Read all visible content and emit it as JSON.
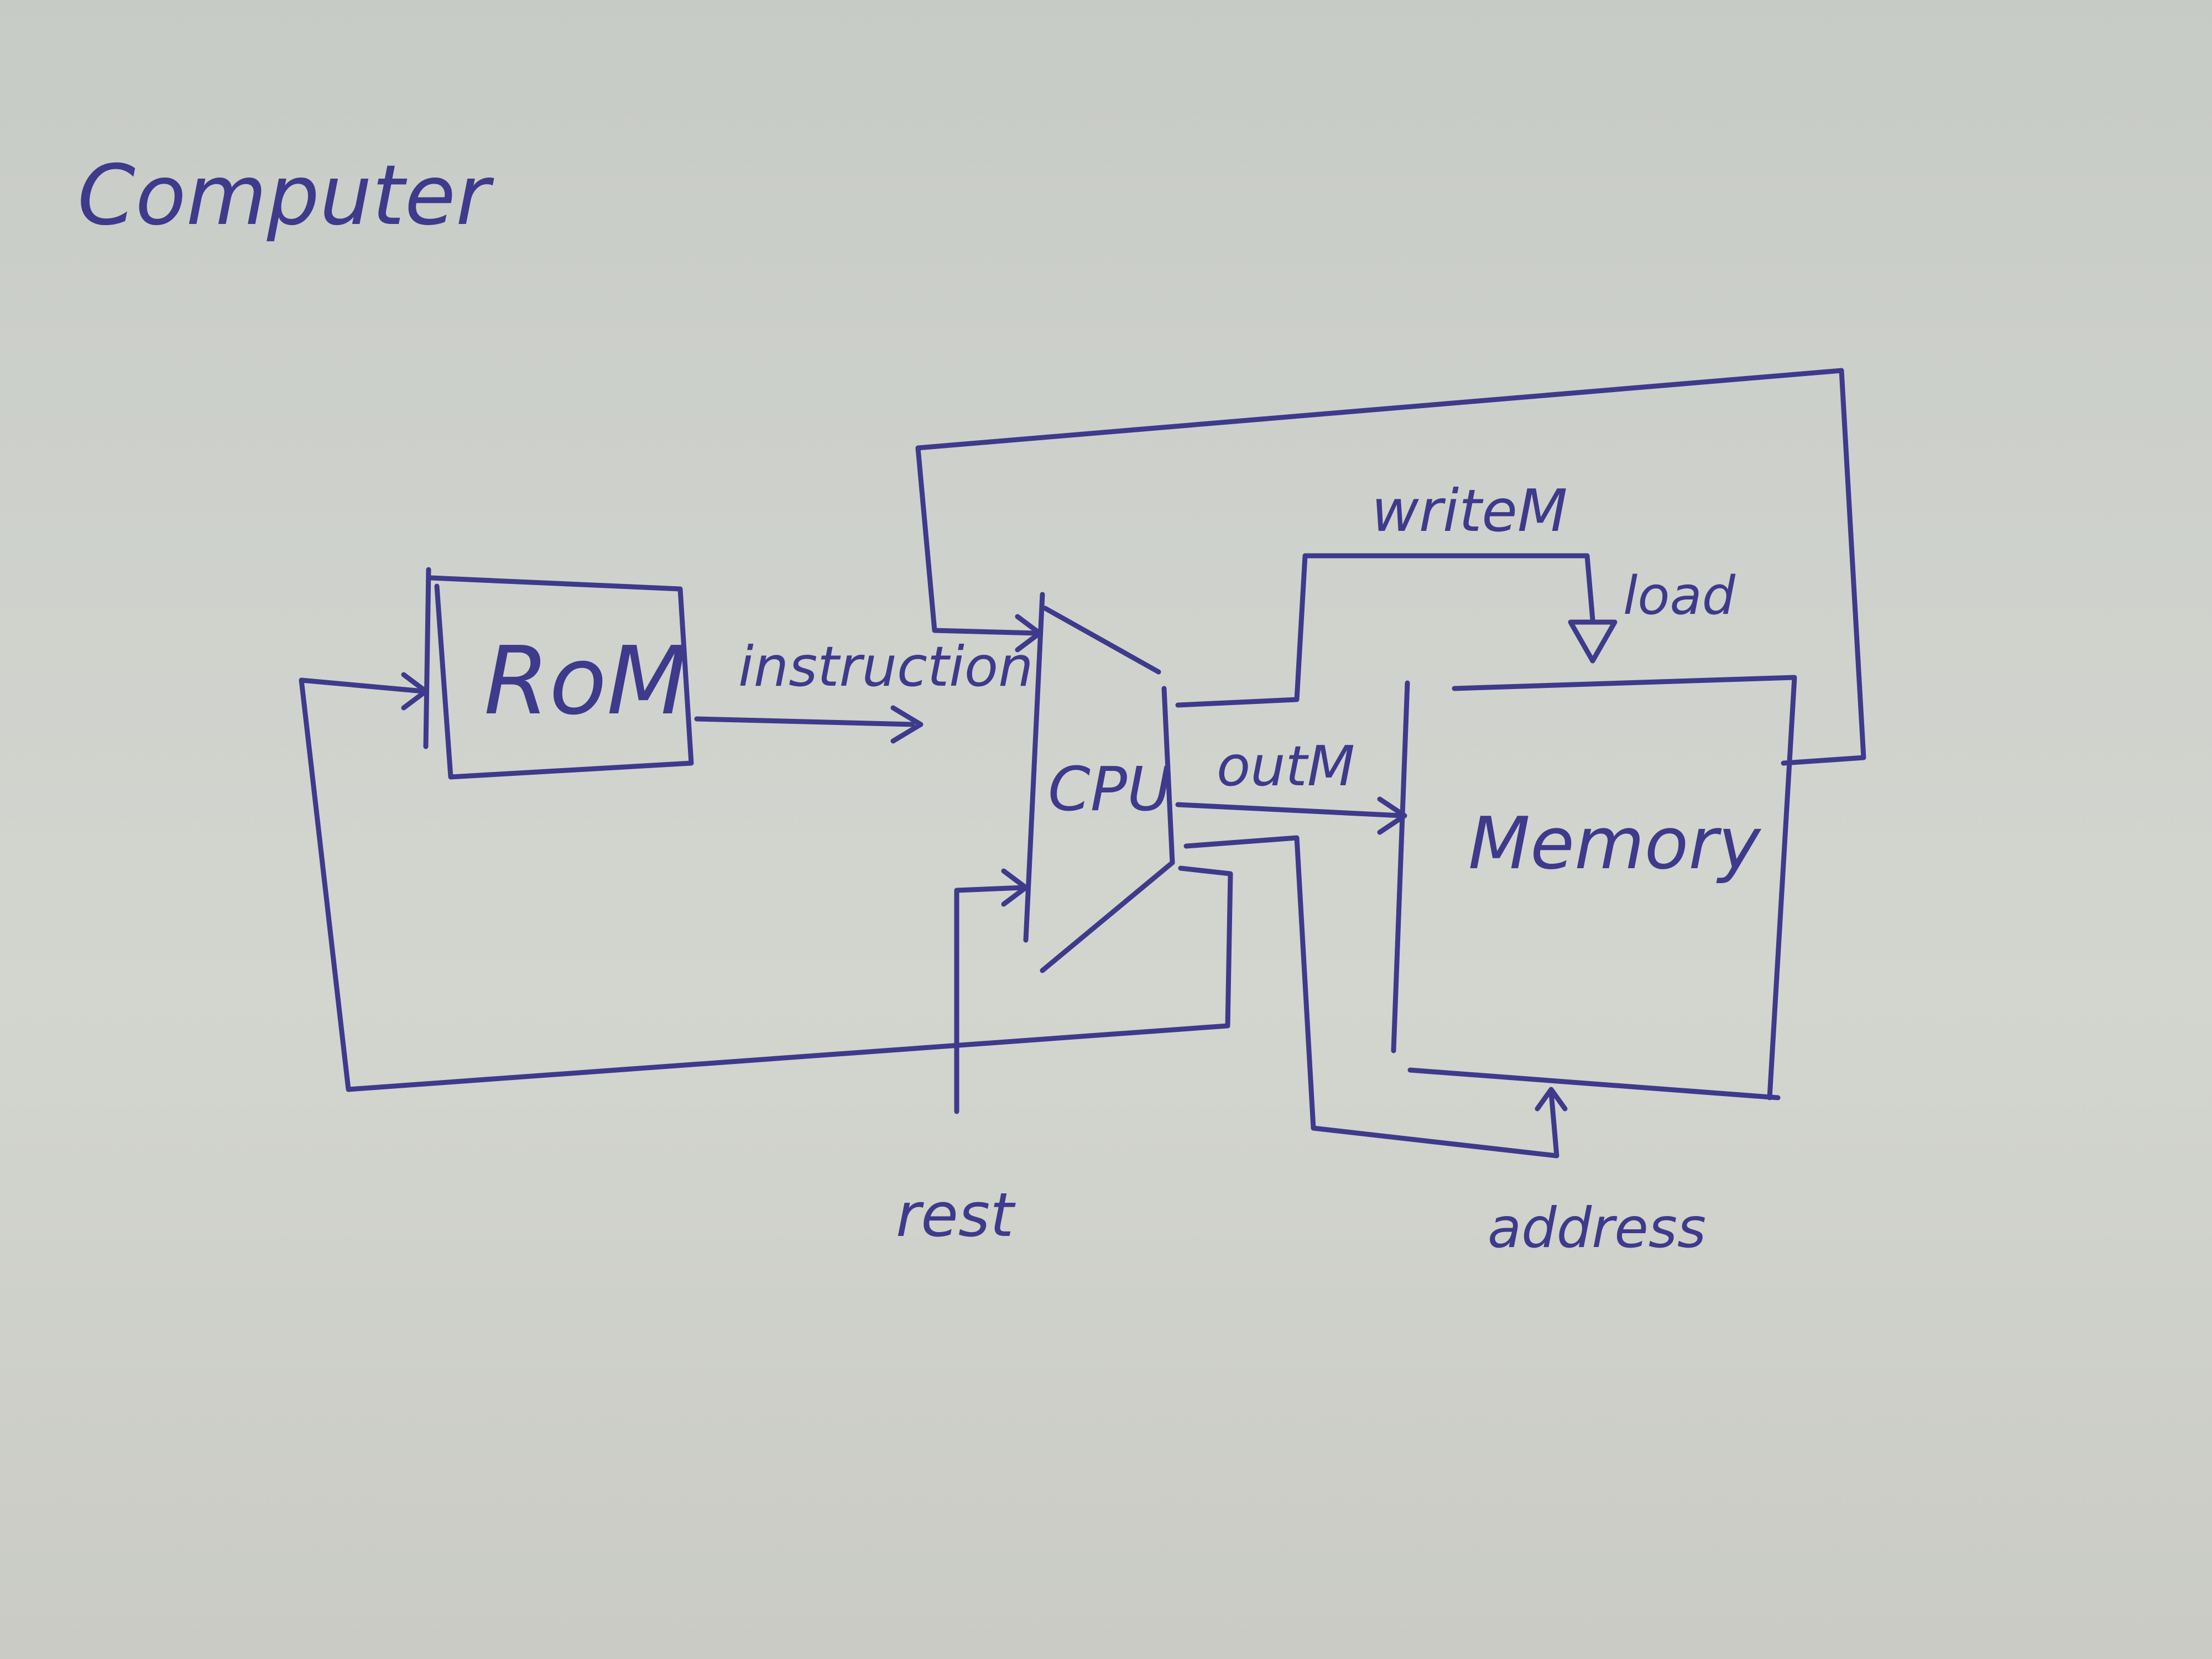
{
  "title": "Computer",
  "blocks": {
    "rom": "RoM",
    "cpu": "CPU",
    "memory": "Memory"
  },
  "signals": {
    "instruction": "instruction",
    "write_m": "writeM",
    "load": "load",
    "out_m": "outM",
    "reset": "rest",
    "address": "address"
  },
  "colors": {
    "ink": "#3e3a8c",
    "paper": "#cfd2cc"
  }
}
